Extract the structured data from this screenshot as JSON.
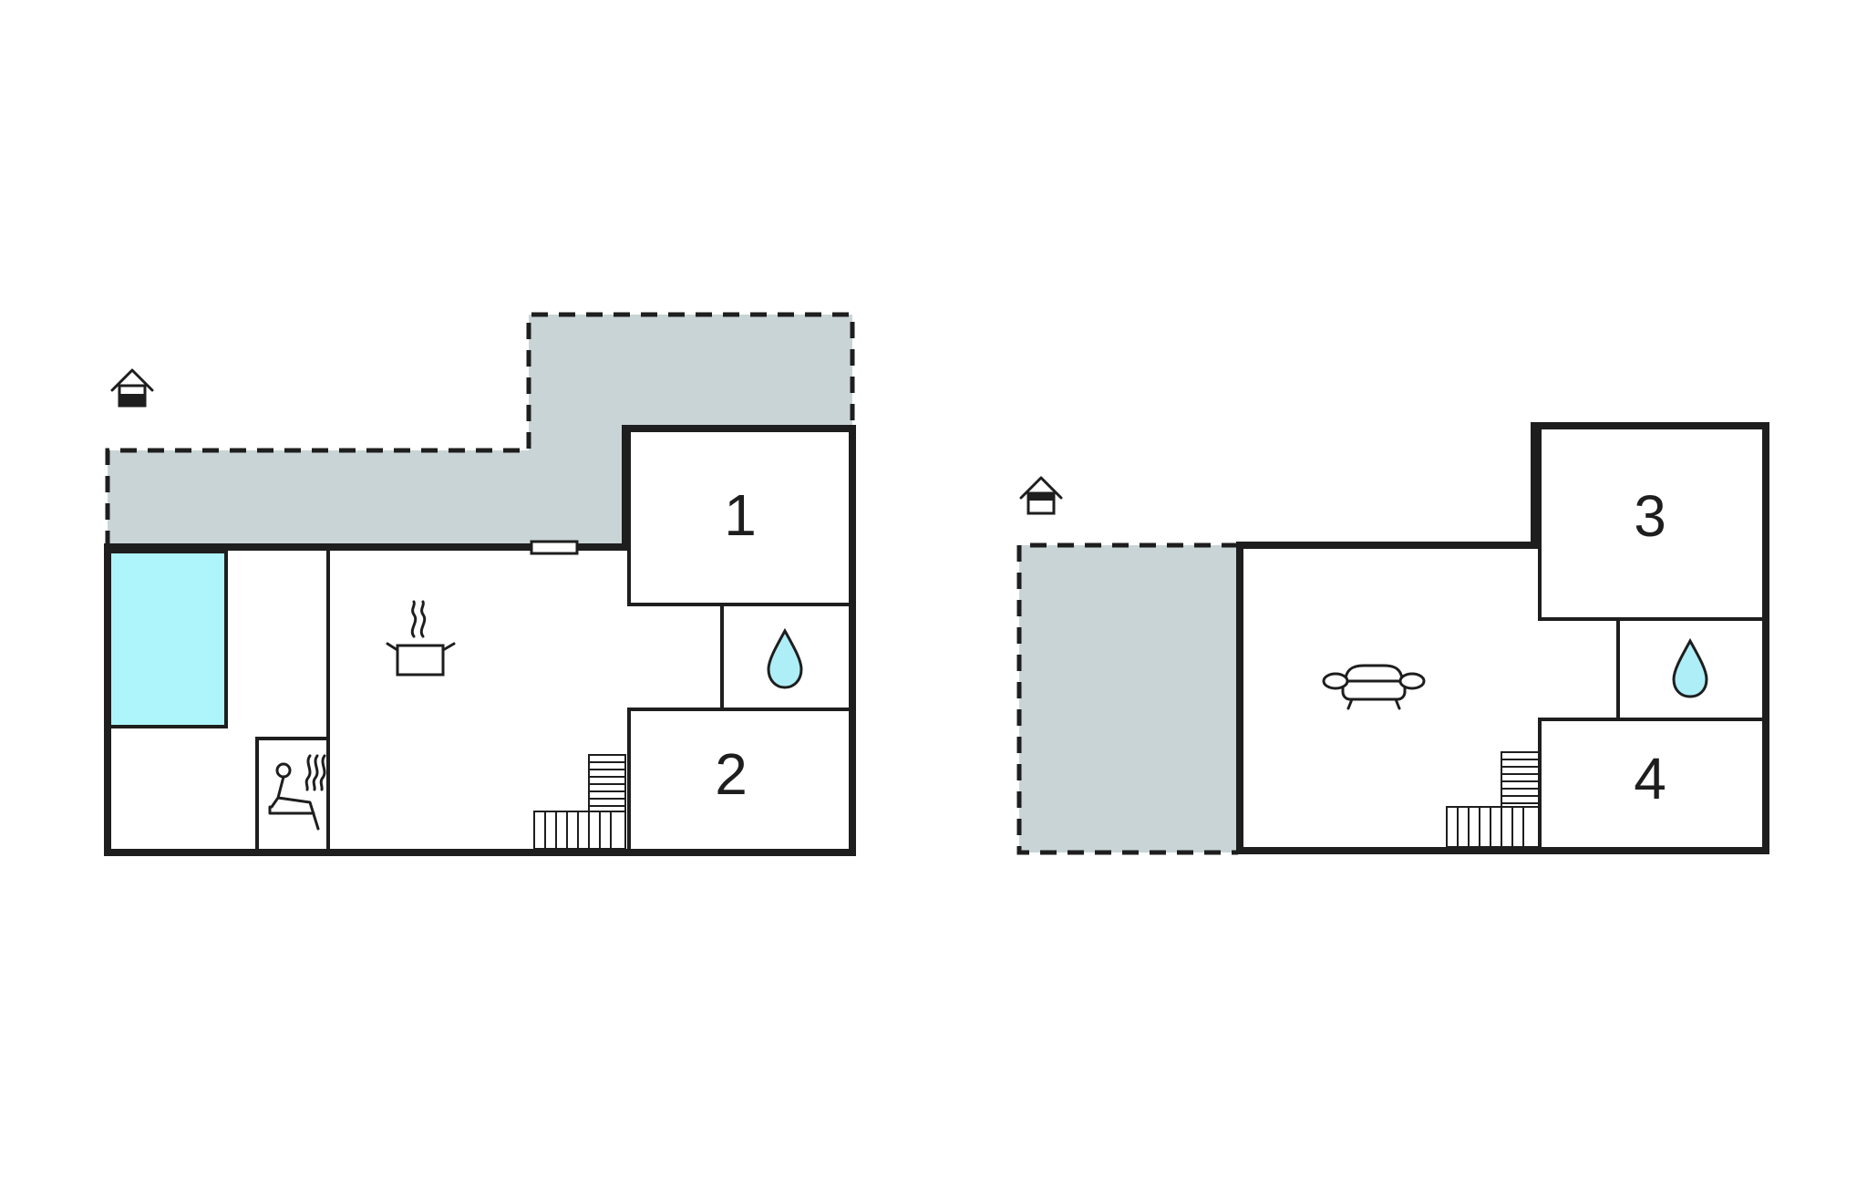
{
  "colors": {
    "terrace": "#c9d4d6",
    "pool": "#aef4fb",
    "water_icon": "#aeeef7",
    "wall": "#1e1e1e",
    "background": "#ffffff"
  },
  "floors": [
    {
      "rooms": [
        {
          "label": "1",
          "icon": null
        },
        {
          "label": "2",
          "icon": null
        },
        {
          "label": "",
          "icon": "water-drop-icon"
        },
        {
          "label": "",
          "icon": "cooking-pot-icon"
        },
        {
          "label": "",
          "icon": "sauna-icon"
        },
        {
          "label": "",
          "icon": "pool"
        }
      ],
      "entrance_icon": "house-entrance-icon"
    },
    {
      "rooms": [
        {
          "label": "3",
          "icon": null
        },
        {
          "label": "4",
          "icon": null
        },
        {
          "label": "",
          "icon": "water-drop-icon"
        },
        {
          "label": "",
          "icon": "sofa-icon"
        }
      ],
      "entrance_icon": "house-entrance-icon"
    }
  ]
}
